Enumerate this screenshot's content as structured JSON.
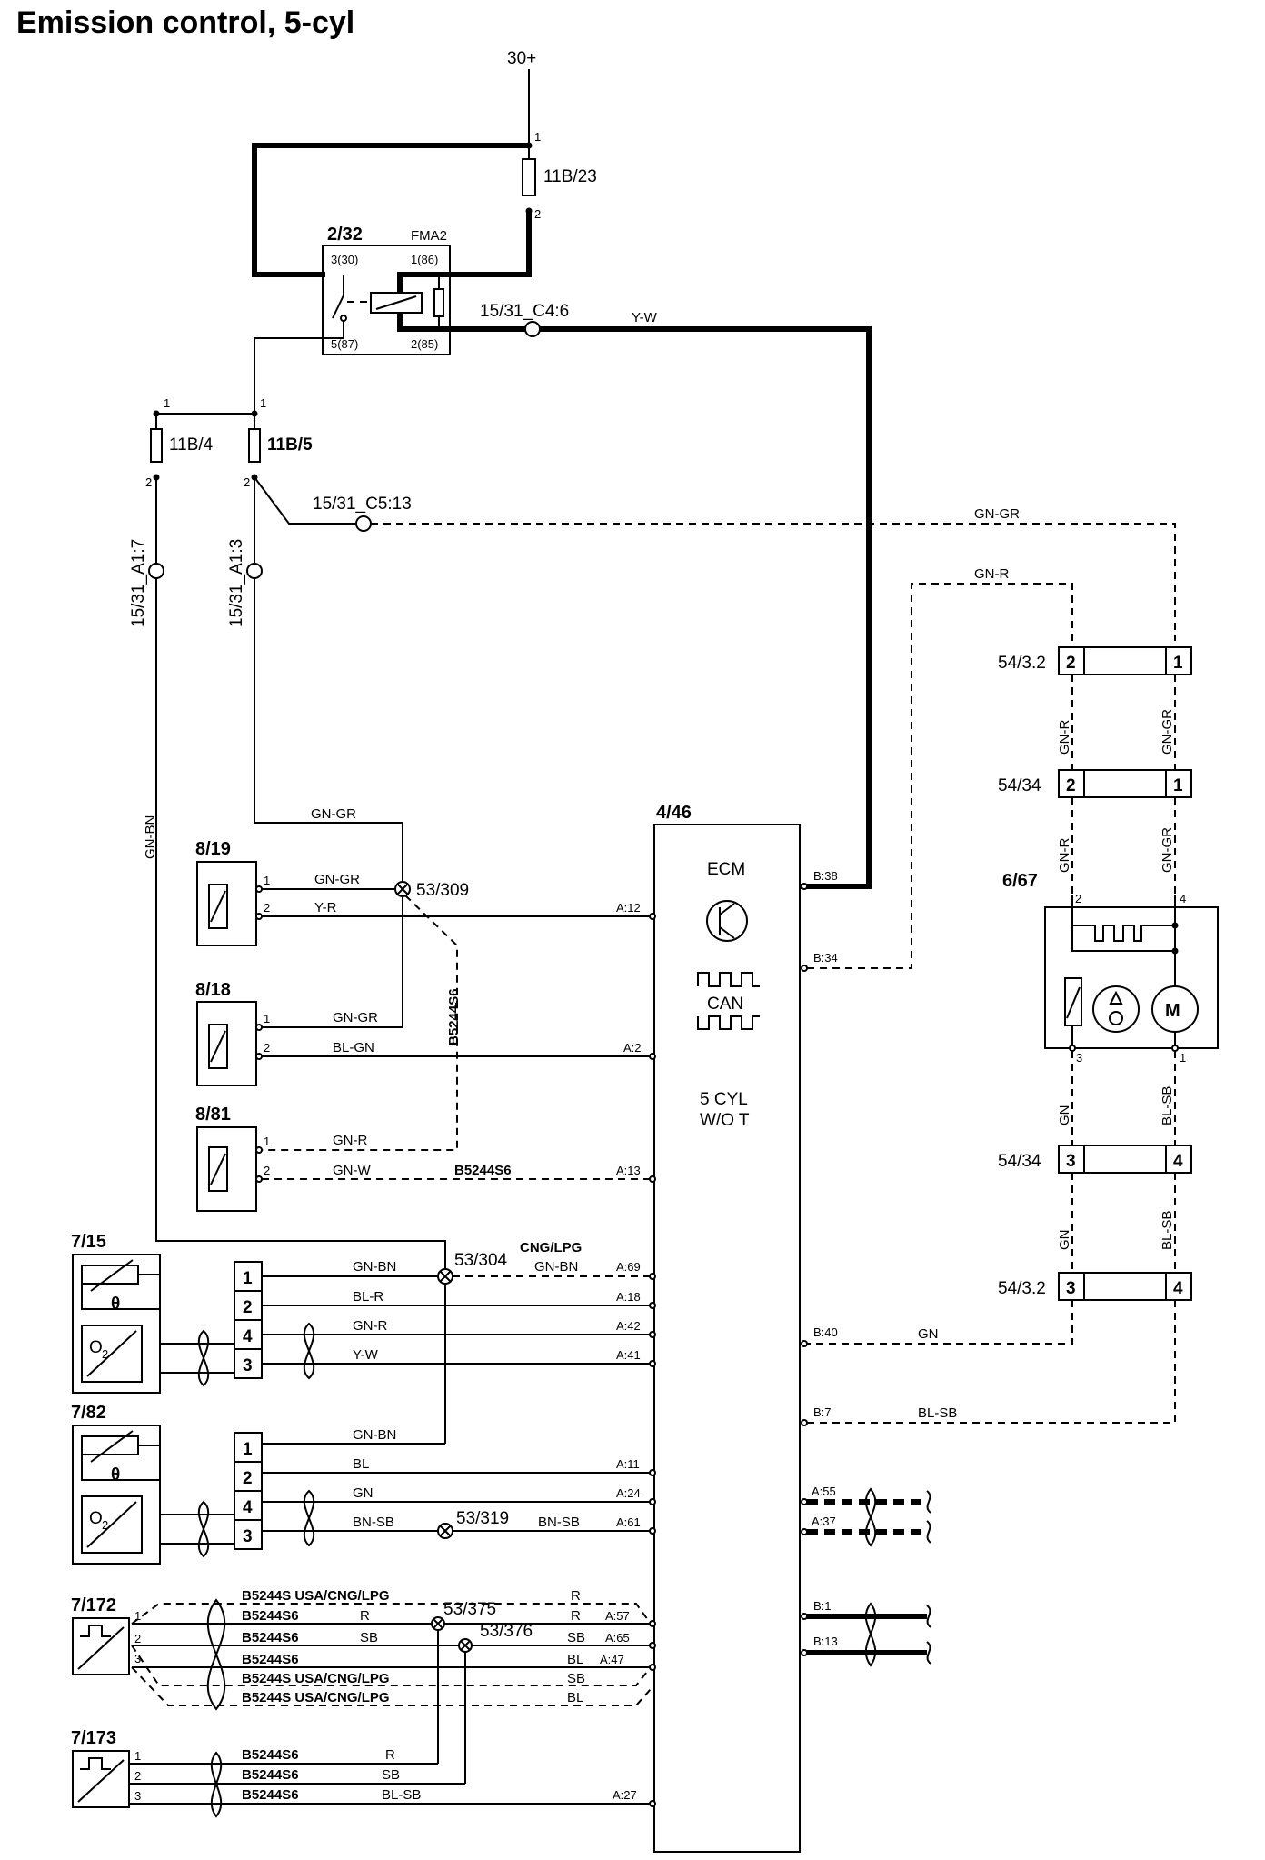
{
  "title": "Emission control, 5-cyl",
  "supply": "30+",
  "fuses": {
    "main": {
      "id": "11B/23",
      "pin_top": "1",
      "pin_bottom": "2"
    },
    "f4": {
      "id": "11B/4",
      "pin_top": "1",
      "pin_bottom": "2"
    },
    "f5": {
      "id": "11B/5",
      "pin_top": "1",
      "pin_bottom": "2"
    }
  },
  "relay": {
    "id": "2/32",
    "name": "FMA2",
    "p30": "3(30)",
    "p86": "1(86)",
    "p87": "5(87)",
    "p85": "2(85)"
  },
  "connectors": {
    "c4_6": "15/31_C4:6",
    "c5_13": "15/31_C5:13",
    "a1_7": "15/31_A1:7",
    "a1_3": "15/31_A1:3"
  },
  "ecm": {
    "id": "4/46",
    "name": "ECM",
    "can": "CAN",
    "variant_line1": "5 CYL",
    "variant_line2": "W/O T"
  },
  "splices": {
    "s309": "53/309",
    "s304": "53/304",
    "s319": "53/319",
    "s375": "53/375",
    "s376": "53/376"
  },
  "components": {
    "c8_19": "8/19",
    "c8_18": "8/18",
    "c8_81": "8/81",
    "c7_15": "7/15",
    "c7_82": "7/82",
    "c7_172": "7/172",
    "c7_173": "7/173",
    "c6_67": "6/67"
  },
  "right_connectors": {
    "c54_32": "54/3.2",
    "c54_34": "54/34"
  },
  "wire_colors": {
    "y_w": "Y-W",
    "gn_gr": "GN-GR",
    "gn_r": "GN-R",
    "gn_bn": "GN-BN",
    "y_r": "Y-R",
    "bl_gn": "BL-GN",
    "gn_w": "GN-W",
    "bl_r": "BL-R",
    "bl": "BL",
    "gn": "GN",
    "bn_sb": "BN-SB",
    "bl_sb": "BL-SB",
    "r": "R",
    "sb": "SB"
  },
  "variants": {
    "b5244s6": "B5244S6",
    "b5244s_usa": "B5244S USA/CNG/LPG",
    "cng_lpg": "CNG/LPG"
  },
  "ecm_pins": {
    "a12": "A:12",
    "a2": "A:2",
    "a13": "A:13",
    "a69": "A:69",
    "a18": "A:18",
    "a42": "A:42",
    "a41": "A:41",
    "a11": "A:11",
    "a24": "A:24",
    "a61": "A:61",
    "a57": "A:57",
    "a65": "A:65",
    "a47": "A:47",
    "a27": "A:27",
    "a55": "A:55",
    "a37": "A:37",
    "b38": "B:38",
    "b34": "B:34",
    "b40": "B:40",
    "b7": "B:7",
    "b1": "B:1",
    "b13": "B:13"
  },
  "pins": {
    "p1": "1",
    "p2": "2",
    "p3": "3",
    "p4": "4"
  },
  "motor": "M",
  "theta": "θ",
  "o2": "O",
  "o2_sub": "2"
}
